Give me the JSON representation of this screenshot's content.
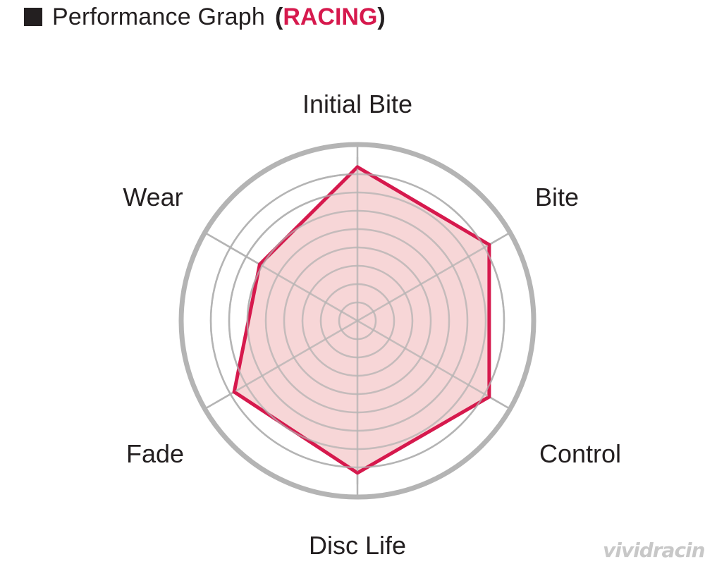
{
  "header": {
    "title": "Performance Graph",
    "paren_open": "(",
    "highlight": "RACING",
    "paren_close": ")"
  },
  "colors": {
    "accent": "#d6194d",
    "fill": "#f6cfd0",
    "grid": "#b4b4b4",
    "text": "#231f20"
  },
  "chart_data": {
    "type": "radar",
    "axes": [
      "Initial Bite",
      "Bite",
      "Control",
      "Disc Life",
      "Fade",
      "Wear"
    ],
    "rings": 8,
    "max": 10,
    "series": [
      {
        "values": [
          9.4,
          9.3,
          9.3,
          9.3,
          8.7,
          6.9
        ]
      }
    ]
  },
  "watermark": "vividracing"
}
